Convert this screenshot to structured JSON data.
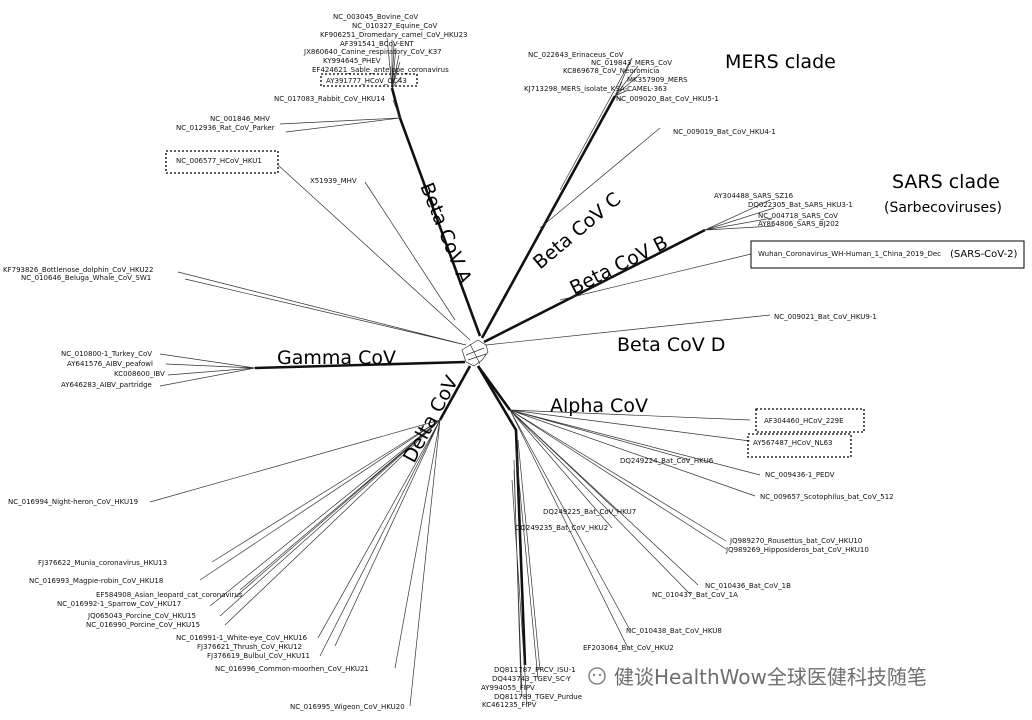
{
  "clade_labels": {
    "beta_a": "Beta CoV A",
    "beta_b": "Beta CoV B",
    "beta_c": "Beta CoV C",
    "beta_d": "Beta CoV D",
    "gamma": "Gamma CoV",
    "delta": "Delta CoV",
    "alpha": "Alpha CoV"
  },
  "annotations": {
    "mers_clade": "MERS clade",
    "sars_clade": "SARS clade",
    "sarbeco": "(Sarbecoviruses)",
    "sars_cov_2": "(SARS-CoV-2)"
  },
  "watermark": "健谈HealthWow全球医健科技随笔",
  "leaves": {
    "l01": "NC_003045_Bovine_CoV",
    "l02": "NC_010327_Equine_CoV",
    "l03": "KF906251_Dromedary_camel_CoV_HKU23",
    "l04": "AF391541_BCoV-ENT",
    "l05": "JX860640_Canine_respiratory_CoV_K37",
    "l06": "KY994645_PHEV",
    "l07": "EF424621_Sable_antelope_coronavirus",
    "l08": "AY391777_HCoV_OC43",
    "l09": "NC_017083_Rabbit_CoV_HKU14",
    "l10": "NC_001846_MHV",
    "l11": "NC_012936_Rat_CoV_Parker",
    "l12": "NC_006577_HCoV_HKU1",
    "l13": "X51939_MHV",
    "l14": "NC_022643_Erinaceus_CoV",
    "l15": "NC_019843_MERS_CoV",
    "l16": "KC869678_CoV_Neoromicia",
    "l17": "MK357909_MERS",
    "l18": "KJ713298_MERS_isolate_KSA-CAMEL-363",
    "l19": "NC_009020_Bat_CoV_HKU5-1",
    "l20": "NC_009019_Bat_CoV_HKU4-1",
    "l21": "AY304488_SARS_SZ16",
    "l22": "DQ022305_Bat_SARS_HKU3-1",
    "l23": "NC_004718_SARS_CoV",
    "l24": "AY864806_SARS_BJ202",
    "l25": "Wuhan_Coronavirus_WH-Human_1_China_2019_Dec",
    "l26": "NC_009021_Bat_CoV_HKU9-1",
    "l27": "KF793826_Bottlenose_dolphin_CoV_HKU22",
    "l28": "NC_010646_Beluga_Whale_CoV_SW1",
    "l29": "NC_010800-1_Turkey_CoV",
    "l30": "AY641576_AIBV_peafowl",
    "l31": "KC008600_IBV",
    "l32": "AY646283_AIBV_partridge",
    "l33": "AF304460_HCoV_229E",
    "l34": "AY567487_HCoV_NL63",
    "l35": "DQ249224_Bat_CoV_HKU6",
    "l36": "NC_009436-1_PEDV",
    "l37": "NC_009657_Scotophilus_bat_CoV_512",
    "l38": "DQ249225_Bat_CoV_HKU7",
    "l39": "DQ249235_Bat_CoV_HKU2",
    "l40": "JQ989270_Rousettus_bat_CoV_HKU10",
    "l41": "JQ989269_Hipposideros_bat_CoV_HKU10",
    "l42": "NC_010436_Bat_CoV_1B",
    "l43": "NC_010437_Bat_CoV_1A",
    "l44": "NC_010438_Bat_CoV_HKU8",
    "l45": "EF203064_Bat_CoV_HKU2",
    "l46": "DQ811787_PRCV_ISU-1",
    "l47": "DQ443743_TGEV_SC-Y",
    "l48": "AY994055_FIPV",
    "l49": "DQ811789_TGEV_Purdue",
    "l50": "KC461235_FIPV",
    "l51": "NC_016994_Night-heron_CoV_HKU19",
    "l52": "FJ376622_Munia_coronavirus_HKU13",
    "l53": "NC_016993_Magpie-robin_CoV_HKU18",
    "l54": "EF584908_Asian_leopard_cat_coronavirus",
    "l55": "NC_016992-1_Sparrow_CoV_HKU17",
    "l56": "JQ065043_Porcine_CoV_HKU15",
    "l57": "NC_016990_Porcine_CoV_HKU15",
    "l58": "NC_016991-1_White-eye_CoV_HKU16",
    "l59": "FJ376621_Thrush_CoV_HKU12",
    "l60": "FJ376619_Bulbul_CoV_HKU11",
    "l61": "NC_016996_Common-moorhen_CoV_HKU21",
    "l62": "NC_016995_Wigeon_CoV_HKU20"
  }
}
